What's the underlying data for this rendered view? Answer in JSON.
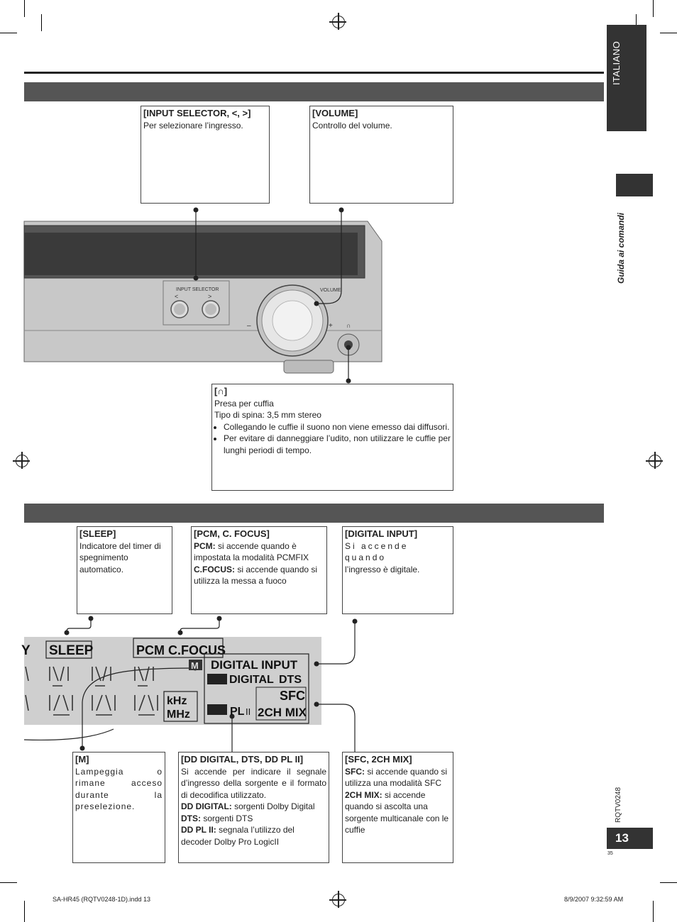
{
  "side": {
    "language": "ITALIANO",
    "section": "Guida ai comandi",
    "doc_code": "RQTV0248",
    "page_number": "13",
    "small_number": "35"
  },
  "front_panel": {
    "input_selector": {
      "title": "[INPUT SELECTOR, <, >]",
      "desc": "Per selezionare l’ingresso."
    },
    "volume": {
      "title": "[VOLUME]",
      "desc": "Controllo del volume."
    },
    "headphones": {
      "title": "[∩]",
      "lines": [
        "Presa per cuffia",
        "Tipo di spina: 3,5 mm stereo"
      ],
      "bullets": [
        "Collegando le cuffie il suono non viene emesso dai diffusori.",
        "Per evitare di danneggiare l’udito, non utilizzare le cuffie per lunghi periodi di tempo."
      ]
    },
    "device_labels": {
      "input_selector": "INPUT SELECTOR",
      "less": "<",
      "greater": ">",
      "volume": "VOLUME",
      "minus": "–",
      "plus": "+",
      "phones": "∩"
    }
  },
  "display": {
    "sleep": {
      "title": "[SLEEP]",
      "desc": "Indicatore del timer di spegnimento automatico."
    },
    "pcm": {
      "title": "[PCM, C. FOCUS]",
      "pcm_label": "PCM:",
      "pcm_text": " si accende quando è impostata la modalità PCMFIX",
      "cfocus_label": "C.FOCUS:",
      "cfocus_text": " si accende quando si utilizza la messa a fuoco"
    },
    "digital_input": {
      "title": "[DIGITAL INPUT]",
      "desc1": "Si accende quando",
      "desc2": "l’ingresso è digitale."
    },
    "m": {
      "title": "[M]",
      "desc": "Lampeggia o rimane acceso durante la preselezione."
    },
    "dolby": {
      "title": "[DD DIGITAL, DTS, DD PL II]",
      "desc": "Si accende per indicare il segnale d’ingresso della sorgente e il formato di decodifica utilizzato.",
      "dd_label": "DD DIGITAL:",
      "dd_text": " sorgenti Dolby Digital",
      "dts_label": "DTS:",
      "dts_text": " sorgenti DTS",
      "pl_label": "DD PL II:",
      "pl_text": " segnala l’utilizzo del decoder Dolby Pro LogicII"
    },
    "sfc": {
      "title": "[SFC, 2CH MIX]",
      "sfc_label": "SFC:",
      "sfc_text": " si accende quando si utilizza una modalità SFC",
      "mix_label": "2CH MIX:",
      "mix_text": " si accende quando si ascolta una sorgente multicanale con le cuffie"
    },
    "lcd": {
      "y": "Y",
      "sleep": "SLEEP",
      "pcm": "PCM",
      "cfocus": "C.FOCUS",
      "m": "M",
      "digital_input": "DIGITAL  INPUT",
      "digital": "DIGITAL",
      "dts": "DTS",
      "sfc": "SFC",
      "pl": "PL",
      "pl2": "II",
      "mix": "2CH MIX",
      "khz": "kHz",
      "mhz": "MHz"
    }
  },
  "footer": {
    "file": "SA-HR45 (RQTV0248-1D).indd   13",
    "date": "8/9/2007   9:32:59 AM"
  }
}
